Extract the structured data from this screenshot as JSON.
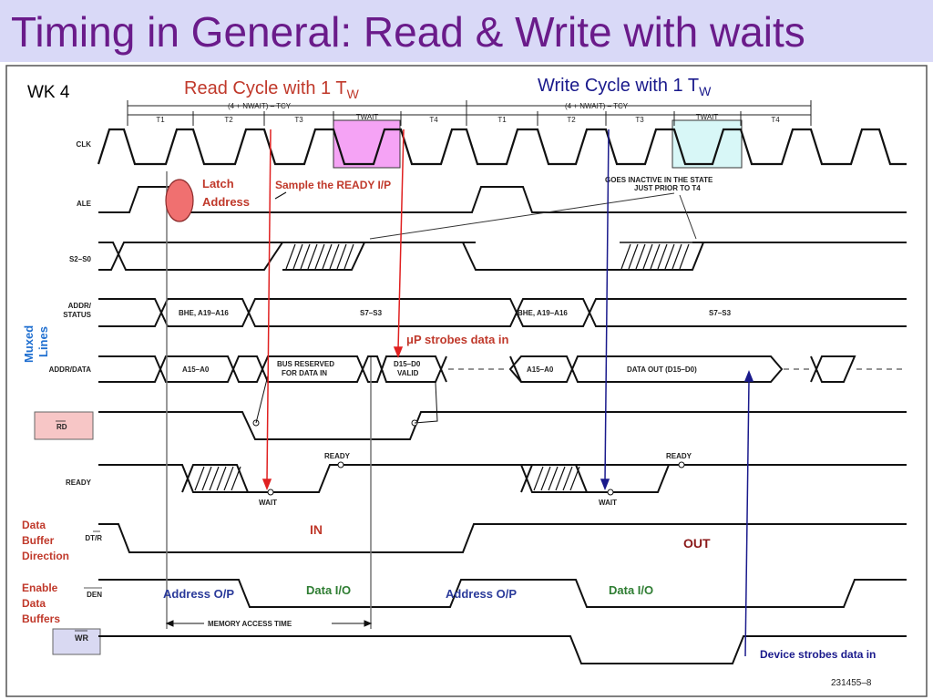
{
  "slide": {
    "title": "Timing in General: Read & Write with waits",
    "week_tag": "WK 4",
    "figure_id": "231455–8"
  },
  "header": {
    "read_cycle": "Read Cycle with 1 T",
    "read_sub": "W",
    "write_cycle": "Write Cycle with 1 T",
    "write_sub": "W",
    "span_label": "(4 + NWAIT) – TCY"
  },
  "states": [
    "T1",
    "T2",
    "T3",
    "TWAIT",
    "T4",
    "T1",
    "T2",
    "T3",
    "TWAIT",
    "T4"
  ],
  "signals": {
    "clk": "CLK",
    "ale": "ALE",
    "s2s0": "S2–S0",
    "addr_status_1": "ADDR/",
    "addr_status_2": "STATUS",
    "addr_data": "ADDR/DATA",
    "rd": "RD",
    "ready": "READY",
    "dtr": "DT/R",
    "den": "DEN",
    "wr": "WR"
  },
  "bus": {
    "bhe": "BHE, A19–A16",
    "s7s3": "S7–S3",
    "a15a0": "A15–A0",
    "reserved_1": "BUS RESERVED",
    "reserved_2": "FOR DATA IN",
    "din_1": "D15–D0",
    "din_2": "VALID",
    "data_out": "DATA OUT (D15–D0)"
  },
  "annotations": {
    "latch_1": "Latch",
    "latch_2": "Address",
    "sample_ready": "Sample the READY I/P",
    "goes_inactive_1": "GOES INACTIVE IN THE STATE",
    "goes_inactive_2": "JUST PRIOR TO T4",
    "muxed_1": "Muxed",
    "muxed_2": "Lines",
    "mu": "μ",
    "strobes_in": "P strobes data in",
    "ready_word": "READY",
    "wait_word": "WAIT",
    "dbd_1": "Data",
    "dbd_2": "Buffer",
    "dbd_3": "Direction",
    "edb_1": "Enable",
    "edb_2": "Data",
    "edb_3": "Buffers",
    "in": "IN",
    "out": "OUT",
    "addr_op": "Address O/P",
    "data_io": "Data I/O",
    "mem_access": "MEMORY ACCESS TIME",
    "device_strobes": "Device strobes data in"
  },
  "colors": {
    "title": "#6a1b8a",
    "title_bg": "#d9d9f7",
    "red": "#c0392b",
    "arrow_red": "#e02020",
    "navy": "#1a1a8c",
    "muxed_blue": "#1f6fd0",
    "green": "#2e7d32",
    "twait_read": "#f5a3f5",
    "twait_write": "#d8f7f7",
    "rd_box": "#f7c6c6",
    "wr_box": "#d9d9f2"
  }
}
